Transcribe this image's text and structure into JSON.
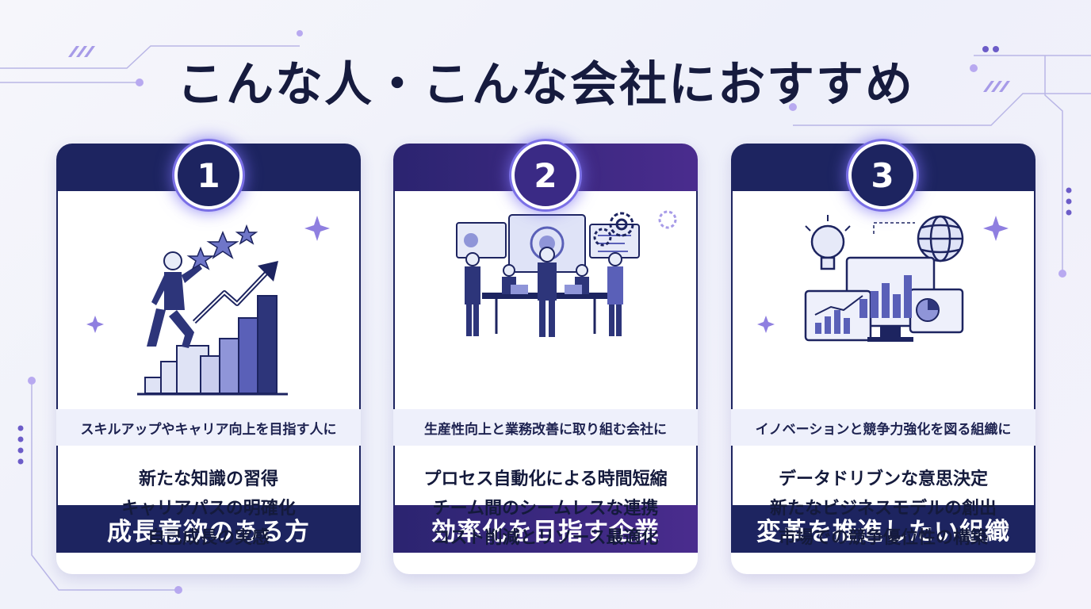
{
  "title": "こんな人・こんな会社におすすめ",
  "cards": [
    {
      "number": "1",
      "heading": "成長意欲のある方",
      "subtitle": "スキルアップやキャリア向上を目指す人に",
      "points": [
        "新たな知識の習得",
        "キャリアパスの明確化",
        "自己成長の実感"
      ]
    },
    {
      "number": "2",
      "heading": "効率化を目指す企業",
      "subtitle": "生産性向上と業務改善に取り組む会社に",
      "points": [
        "プロセス自動化による時間短縮",
        "チーム間のシームレスな連携",
        "コスト削減とリソース最適化"
      ]
    },
    {
      "number": "3",
      "heading": "変革を推進したい組織",
      "subtitle": "イノベーションと競争力強化を図る組織に",
      "points": [
        "データドリブンな意思決定",
        "新たなビジネスモデルの創出",
        "市場での競争優位性の構築"
      ]
    }
  ],
  "colors": {
    "navy": "#1d2460",
    "purple": "#4a2c8e",
    "accent": "#7a6fe6"
  },
  "icons": [
    "growth-stairs-illustration",
    "team-meeting-illustration",
    "innovation-dashboard-illustration",
    "sparkle-icon"
  ]
}
